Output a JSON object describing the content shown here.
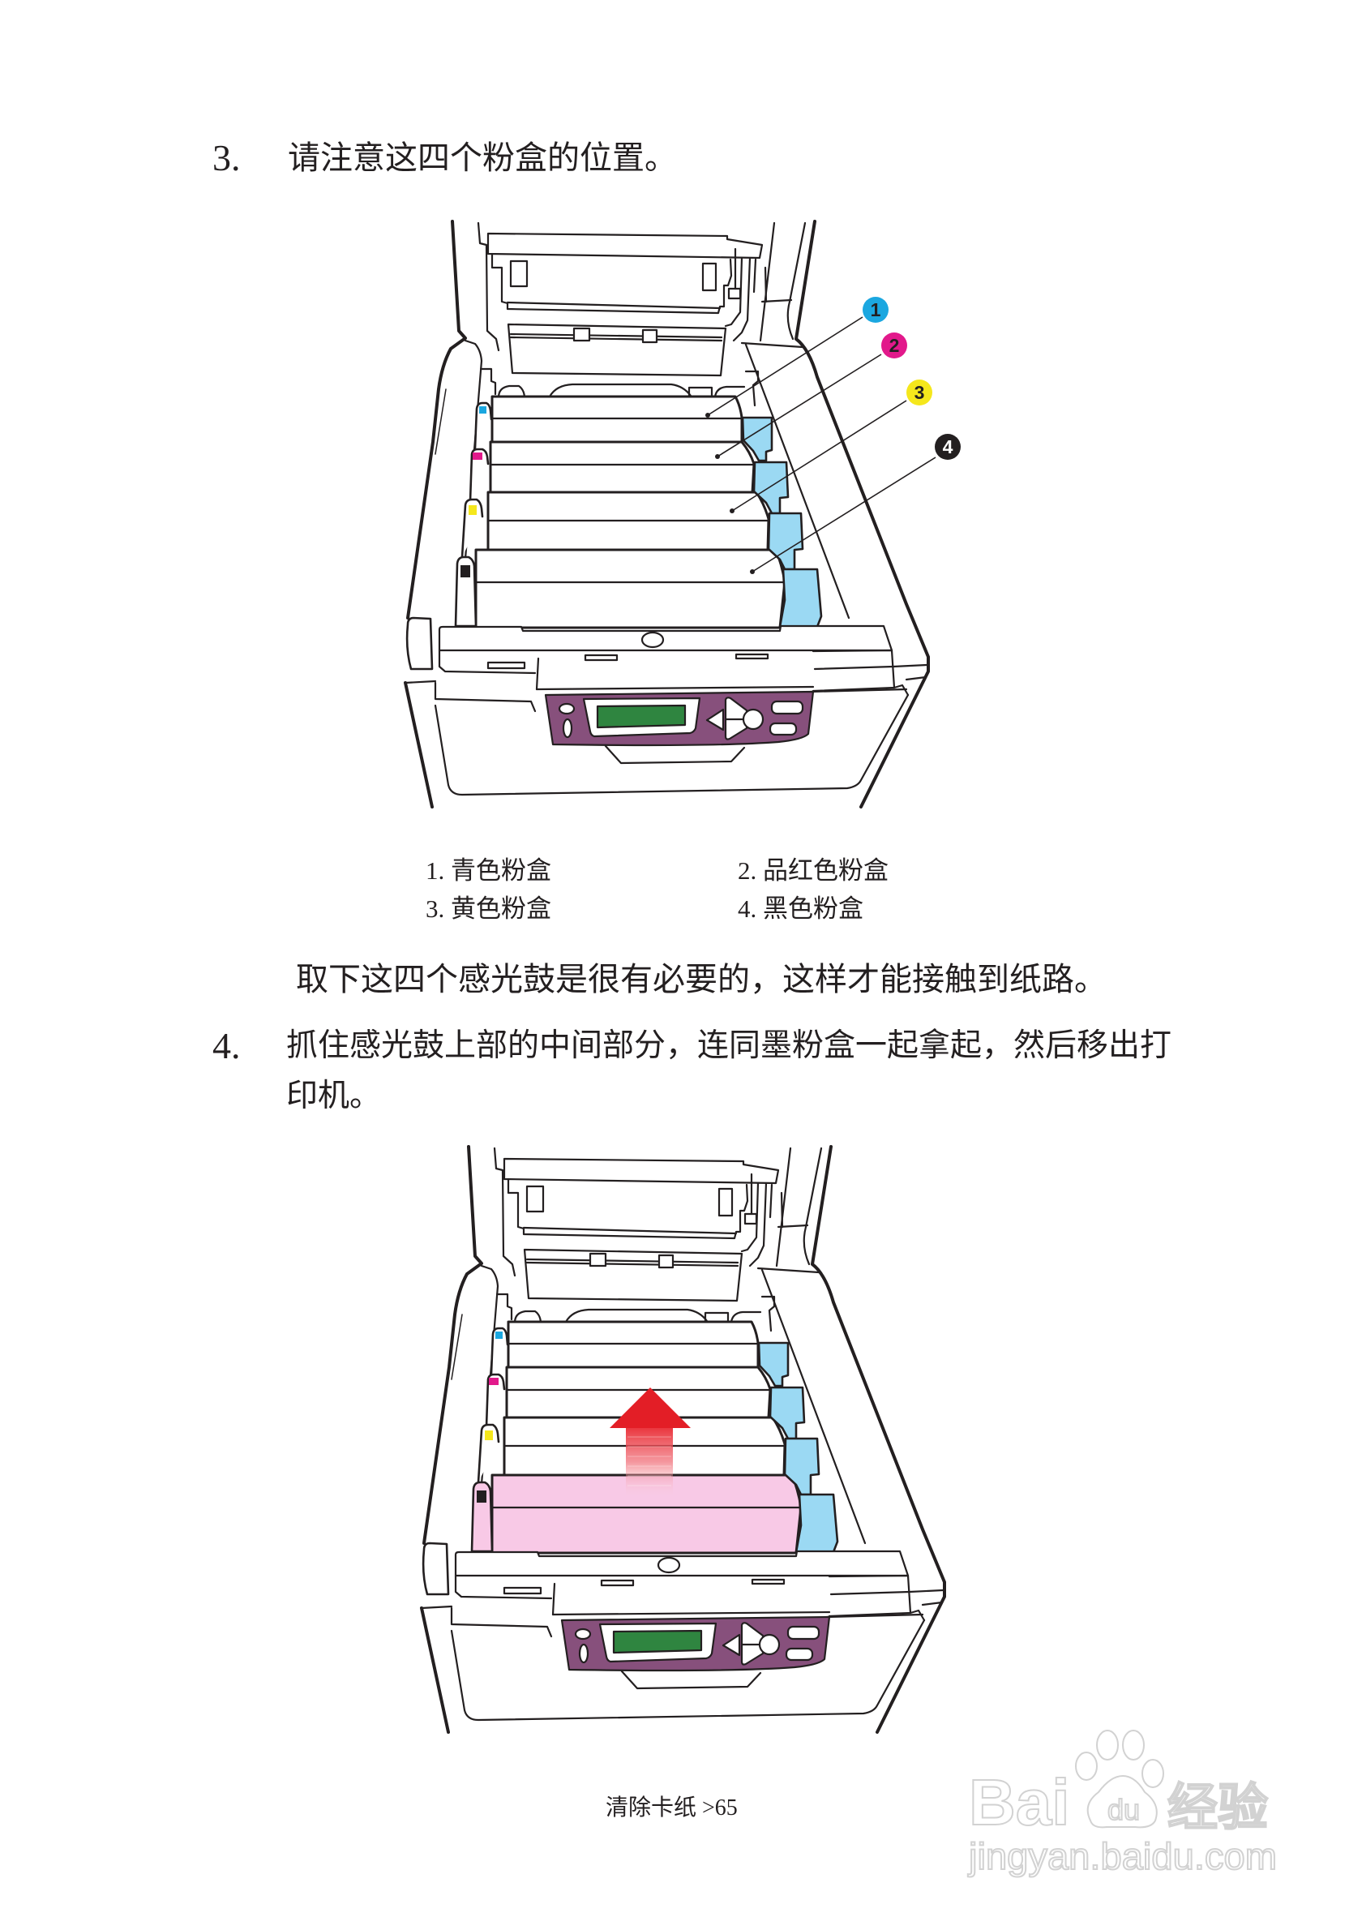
{
  "steps": [
    {
      "number": "3.",
      "text": "请注意这四个粉盒的位置。"
    },
    {
      "number": "4.",
      "text": "抓住感光鼓上部的中间部分，连同墨粉盒一起拿起，然后移出打印机。"
    }
  ],
  "figure1": {
    "drum4_fill": "#ffffff",
    "callouts": [
      {
        "label": "1",
        "color": "#1ba7e0",
        "text_color": "#231f20"
      },
      {
        "label": "2",
        "color": "#e2198b",
        "text_color": "#231f20"
      },
      {
        "label": "3",
        "color": "#f5e71c",
        "text_color": "#231f20"
      },
      {
        "label": "4",
        "color": "#231f20",
        "text_color": "#ffffff"
      }
    ],
    "captions": [
      {
        "label": "1. 青色粉盒"
      },
      {
        "label": "2. 品红色粉盒"
      },
      {
        "label": "3. 黄色粉盒"
      },
      {
        "label": "4. 黑色粉盒"
      }
    ]
  },
  "note": "取下这四个感光鼓是很有必要的，这样才能接触到纸路。",
  "figure2": {
    "highlight_color": "#f8c9e6",
    "arrow_color": "#e31e26"
  },
  "printer_colors": {
    "indicator_cyan": "#1ba7e0",
    "indicator_magenta": "#e2198b",
    "indicator_yellow": "#f5e71c",
    "indicator_black": "#231f20",
    "side_block": "#9bd9f3",
    "control_panel": "#87507c",
    "lcd": "#2f8540"
  },
  "footer": {
    "text": "清除卡纸 >65"
  },
  "watermark": {
    "brand_left": "Bai",
    "brand_paw": "du",
    "brand_right": "经验",
    "url": "jingyan.baidu.com"
  }
}
